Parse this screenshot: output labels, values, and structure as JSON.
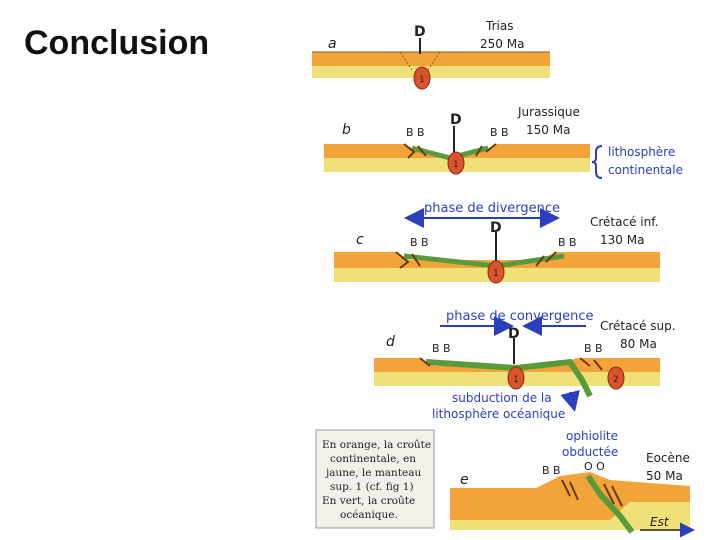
{
  "slide": {
    "title": "Conclusion"
  },
  "colors": {
    "crust": "#f2a43a",
    "mantle": "#f0e07a",
    "oceanic": "#5a9a3a",
    "label_blue": "#2a3fc0",
    "bg": "#ffffff"
  },
  "panels": {
    "a": {
      "letter": "a",
      "ridge": "D",
      "age": "Trias",
      "ma": "250 Ma",
      "plume": "1"
    },
    "b": {
      "letter": "b",
      "ridge": "D",
      "age": "Jurassique",
      "ma": "150 Ma",
      "bb_left": "B B",
      "bb_right": "B B",
      "plume": "1",
      "lith1": "lithosphère",
      "lith2": "continentale"
    },
    "c": {
      "letter": "c",
      "ridge": "D",
      "age": "Crétacé inf.",
      "ma": "130 Ma",
      "bb_left": "B B",
      "bb_right": "B B",
      "plume": "1",
      "phase": "phase de divergence"
    },
    "d": {
      "letter": "d",
      "ridge": "D",
      "age": "Crétacé sup.",
      "ma": "80 Ma",
      "bb_left": "B B",
      "bb_right": "B B",
      "plume1": "1",
      "plume2": "2",
      "phase": "phase de convergence",
      "sub1": "subduction de la",
      "sub2": "lithosphère océanique"
    },
    "e": {
      "letter": "e",
      "age": "Eocène",
      "ma": "50 Ma",
      "bb": "B B",
      "oo": "O O",
      "oph1": "ophiolite",
      "oph2": "obductée",
      "est": "Est"
    }
  },
  "legend": {
    "lines": [
      "En orange, la croûte",
      "continentale, en",
      "jaune, le manteau",
      "sup. 1 (cf. fig 1)",
      "En vert, la croûte",
      "océanique."
    ]
  }
}
